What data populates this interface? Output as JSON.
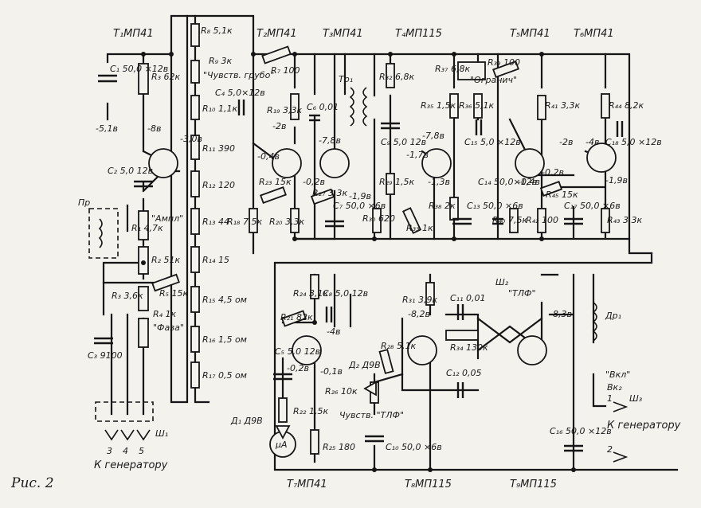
{
  "figure": {
    "caption": "Рис. 2"
  },
  "transistors": [
    {
      "id": "T1",
      "label": "T₁МП41"
    },
    {
      "id": "T2",
      "label": "T₂МП41"
    },
    {
      "id": "T3",
      "label": "T₃МП41"
    },
    {
      "id": "T4",
      "label": "T₄МП115"
    },
    {
      "id": "T5",
      "label": "T₅МП41"
    },
    {
      "id": "T6",
      "label": "T₆МП41"
    },
    {
      "id": "T7",
      "label": "T₇МП41"
    },
    {
      "id": "T8",
      "label": "T₈МП115"
    },
    {
      "id": "T9",
      "label": "T₉МП115"
    }
  ],
  "resistors": [
    {
      "id": "R1",
      "label": "R₁ 4,7к"
    },
    {
      "id": "R2",
      "label": "R₂ 51к"
    },
    {
      "id": "R3",
      "label": "R₃ 62к"
    },
    {
      "id": "R3b",
      "label": "R₃ 3,6к"
    },
    {
      "id": "R4",
      "label": "R₄ 1к"
    },
    {
      "id": "R5",
      "label": "R₅ 15к"
    },
    {
      "id": "R7",
      "label": "R₇ 100"
    },
    {
      "id": "R8",
      "label": "R₈ 5,1к"
    },
    {
      "id": "R9",
      "label": "R₉ 3к"
    },
    {
      "id": "R10",
      "label": "R₁₀ 1,1к"
    },
    {
      "id": "R11",
      "label": "R₁₁ 390"
    },
    {
      "id": "R12",
      "label": "R₁₂ 120"
    },
    {
      "id": "R13",
      "label": "R₁₃ 44"
    },
    {
      "id": "R14",
      "label": "R₁₄ 15"
    },
    {
      "id": "R15",
      "label": "R₁₅ 4,5 ом"
    },
    {
      "id": "R16",
      "label": "R₁₆ 1,5 ом"
    },
    {
      "id": "R17",
      "label": "R₁₇ 0,5 ом"
    },
    {
      "id": "R18",
      "label": "R₁₈ 7,5к"
    },
    {
      "id": "R19",
      "label": "R₁₉ 3,3к"
    },
    {
      "id": "R20",
      "label": "R₂₀ 3,3к"
    },
    {
      "id": "R21",
      "label": "R₂₁ 82к"
    },
    {
      "id": "R22",
      "label": "R₂₂ 1,5к"
    },
    {
      "id": "R23",
      "label": "R₂₃ 15к"
    },
    {
      "id": "R24",
      "label": "R₂₄ 3,1к"
    },
    {
      "id": "R25",
      "label": "R₂₅ 180"
    },
    {
      "id": "R26",
      "label": "R₂₆ 10к"
    },
    {
      "id": "R27",
      "label": "R₂₇ 3,3к"
    },
    {
      "id": "R28",
      "label": "R₂₈ 5,1к"
    },
    {
      "id": "R29",
      "label": "R₂₉ 1,5к"
    },
    {
      "id": "R30",
      "label": "R₃₀ 620"
    },
    {
      "id": "R31",
      "label": "R₃₁ 3,9к"
    },
    {
      "id": "R32",
      "label": "R₃₂ 6,8к"
    },
    {
      "id": "R33",
      "label": "R₃₃ 1к"
    },
    {
      "id": "R34",
      "label": "R₃₄ 130к"
    },
    {
      "id": "R35",
      "label": "R₃₅ 1,5к"
    },
    {
      "id": "R36",
      "label": "R₃₆ 5,1к"
    },
    {
      "id": "R37",
      "label": "R₃₇ 6,8к"
    },
    {
      "id": "R38",
      "label": "R₃₈ 2к"
    },
    {
      "id": "R39",
      "label": "R₃₉ 100"
    },
    {
      "id": "R40",
      "label": "R₄₀ 7,5к"
    },
    {
      "id": "R41",
      "label": "R₄₁ 3,3к"
    },
    {
      "id": "R42",
      "label": "R₄₂ 100"
    },
    {
      "id": "R43",
      "label": "R₄₃ 3,3к"
    },
    {
      "id": "R44",
      "label": "R₄₄ 8,2к"
    },
    {
      "id": "R45",
      "label": "R₄₅ 15к"
    }
  ],
  "capacitors": [
    {
      "id": "C1",
      "label": "C₁ 50,0 ×12в"
    },
    {
      "id": "C2",
      "label": "C₂ 5,0 12в"
    },
    {
      "id": "C3",
      "label": "C₃ 9100"
    },
    {
      "id": "C4",
      "label": "C₄ 5,0×12в"
    },
    {
      "id": "C5",
      "label": "C₅ 5,0 12в"
    },
    {
      "id": "C6",
      "label": "C₆ 0,01"
    },
    {
      "id": "C7",
      "label": "C₇ 50,0 ×6в"
    },
    {
      "id": "C8",
      "label": "C₈ 5,0 12в"
    },
    {
      "id": "C9",
      "label": "C₉ 5,0 12в"
    },
    {
      "id": "C10",
      "label": "C₁₀ 50,0 ×6в"
    },
    {
      "id": "C11",
      "label": "C₁₁ 0,01"
    },
    {
      "id": "C12",
      "label": "C₁₂ 0,05"
    },
    {
      "id": "C13",
      "label": "C₁₃ 50,0 ×6в"
    },
    {
      "id": "C14",
      "label": "C₁₄ 50,0×12в"
    },
    {
      "id": "C15",
      "label": "C₁₅ 5,0 ×12в"
    },
    {
      "id": "C16",
      "label": "C₁₆ 50,0 ×12в"
    },
    {
      "id": "C17",
      "label": "C₁₇ 50,0 ×6в"
    },
    {
      "id": "C18",
      "label": "C₁₈ 5,0 ×12в"
    }
  ],
  "other_parts": [
    {
      "id": "Tr1",
      "label": "Tp₁"
    },
    {
      "id": "Dr1",
      "label": "Др₁"
    },
    {
      "id": "D1",
      "label": "Д₁ Д9В"
    },
    {
      "id": "D2",
      "label": "Д₂ Д9В"
    },
    {
      "id": "Pr",
      "label": "Пр"
    },
    {
      "id": "Sh1",
      "label": "Ш₁"
    },
    {
      "id": "Sh2",
      "label": "Ш₂"
    },
    {
      "id": "Sh3",
      "label": "Ш₃"
    },
    {
      "id": "Vk2",
      "label": "Вк₂"
    },
    {
      "id": "uA",
      "label": "μA"
    }
  ],
  "control_names": [
    {
      "id": "chuvst_grubo",
      "label": "\"Чувств. грубо\""
    },
    {
      "id": "ampl",
      "label": "\"Ампл\""
    },
    {
      "id": "faza",
      "label": "\"Фаза\""
    },
    {
      "id": "ogranich",
      "label": "\"Огранич\""
    },
    {
      "id": "chuvst_tlf",
      "label": "Чувств. \"ТЛФ\""
    },
    {
      "id": "tlf",
      "label": "\"ТЛФ\""
    },
    {
      "id": "vkl",
      "label": "\"Вкл\""
    }
  ],
  "voltages": [
    {
      "id": "v1",
      "label": "-5,1в"
    },
    {
      "id": "v2",
      "label": "-8в"
    },
    {
      "id": "v3",
      "label": "-3,0в"
    },
    {
      "id": "v4",
      "label": "-2в"
    },
    {
      "id": "v5",
      "label": "-0,4в"
    },
    {
      "id": "v6",
      "label": "-7,8в"
    },
    {
      "id": "v7",
      "label": "-0,2в"
    },
    {
      "id": "v8",
      "label": "-1,9в"
    },
    {
      "id": "v9",
      "label": "-1,7в"
    },
    {
      "id": "v10",
      "label": "-7,8в"
    },
    {
      "id": "v11",
      "label": "-1,3в"
    },
    {
      "id": "v12",
      "label": "-2в"
    },
    {
      "id": "v13",
      "label": "-4в"
    },
    {
      "id": "v14",
      "label": "-0,2в"
    },
    {
      "id": "v15",
      "label": "-0,4в"
    },
    {
      "id": "v16",
      "label": "-1,9в"
    },
    {
      "id": "v17",
      "label": "-4в"
    },
    {
      "id": "v18",
      "label": "-0,2в"
    },
    {
      "id": "v19",
      "label": "-0,1в"
    },
    {
      "id": "v20",
      "label": "-8,2в"
    },
    {
      "id": "v21",
      "label": "-8,3в"
    }
  ],
  "connectors": {
    "to_generator": "К генератору",
    "to_generator_right": "К генератору",
    "pins_left": [
      "3",
      "4",
      "5"
    ],
    "pins_right": [
      "1",
      "2"
    ]
  },
  "colors": {
    "ink": "#151515",
    "paper": "#f4f2ec"
  }
}
